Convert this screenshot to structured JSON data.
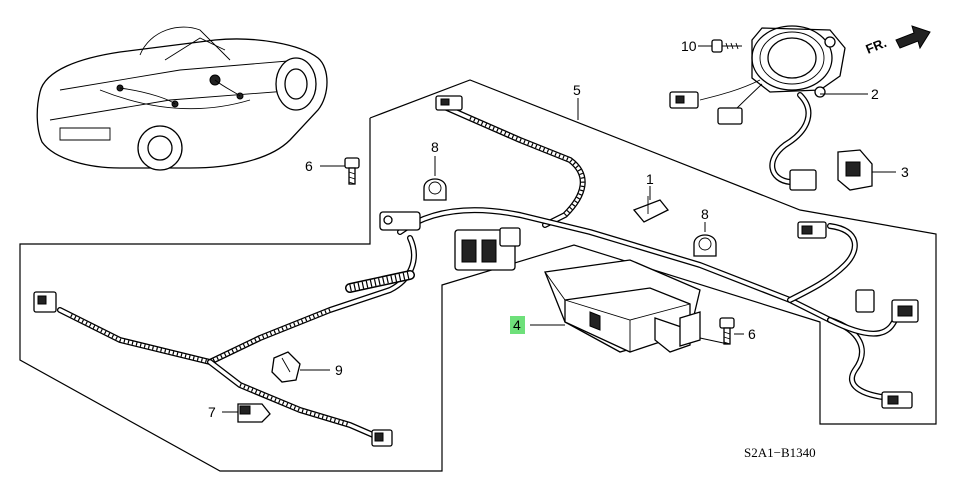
{
  "diagram": {
    "direction_label": "FR.",
    "drawing_code": "S2A1−B1340",
    "callouts": [
      {
        "id": "c10",
        "label": "10",
        "highlight": false
      },
      {
        "id": "c2",
        "label": "2",
        "highlight": false
      },
      {
        "id": "c3",
        "label": "3",
        "highlight": false
      },
      {
        "id": "c5",
        "label": "5",
        "highlight": false
      },
      {
        "id": "c6a",
        "label": "6",
        "highlight": false
      },
      {
        "id": "c8a",
        "label": "8",
        "highlight": false
      },
      {
        "id": "c1",
        "label": "1",
        "highlight": false
      },
      {
        "id": "c8b",
        "label": "8",
        "highlight": false
      },
      {
        "id": "c4",
        "label": "4",
        "highlight": true
      },
      {
        "id": "c6b",
        "label": "6",
        "highlight": false
      },
      {
        "id": "c9",
        "label": "9",
        "highlight": false
      },
      {
        "id": "c7",
        "label": "7",
        "highlight": false
      }
    ],
    "colors": {
      "line": "#000000",
      "background": "#ffffff",
      "highlight": "#6ee07a"
    }
  }
}
